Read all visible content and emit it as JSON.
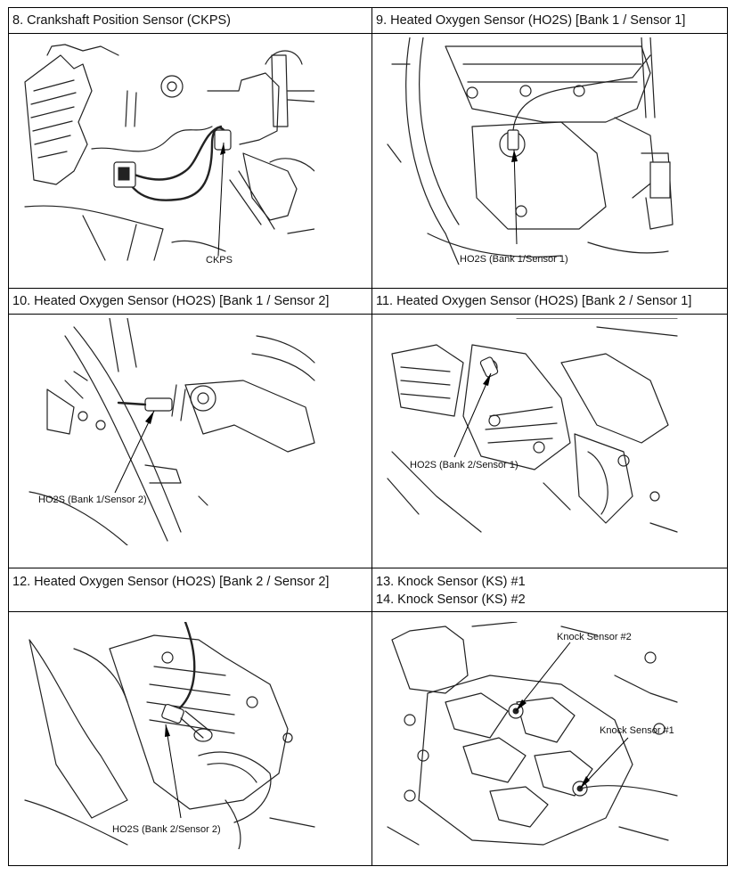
{
  "cells": [
    {
      "title": "8. Crankshaft Position Sensor (CKPS)",
      "callouts": [
        "CKPS"
      ]
    },
    {
      "title": "9. Heated Oxygen Sensor (HO2S) [Bank 1 / Sensor 1]",
      "callouts": [
        "HO2S (Bank 1/Sensor 1)"
      ]
    },
    {
      "title": "10. Heated Oxygen Sensor (HO2S) [Bank 1 / Sensor 2]",
      "callouts": [
        "HO2S (Bank 1/Sensor 2)"
      ]
    },
    {
      "title": "11. Heated Oxygen Sensor (HO2S) [Bank 2 / Sensor 1]",
      "callouts": [
        "HO2S (Bank 2/Sensor 1)"
      ]
    },
    {
      "title": "12. Heated Oxygen Sensor (HO2S) [Bank 2 / Sensor 2]",
      "callouts": [
        "HO2S (Bank 2/Sensor 2)"
      ]
    },
    {
      "title": "13. Knock Sensor (KS) #1",
      "title2": "14. Knock Sensor (KS) #2",
      "callouts": [
        "Knock Sensor #2",
        "Knock Sensor #1"
      ]
    }
  ]
}
